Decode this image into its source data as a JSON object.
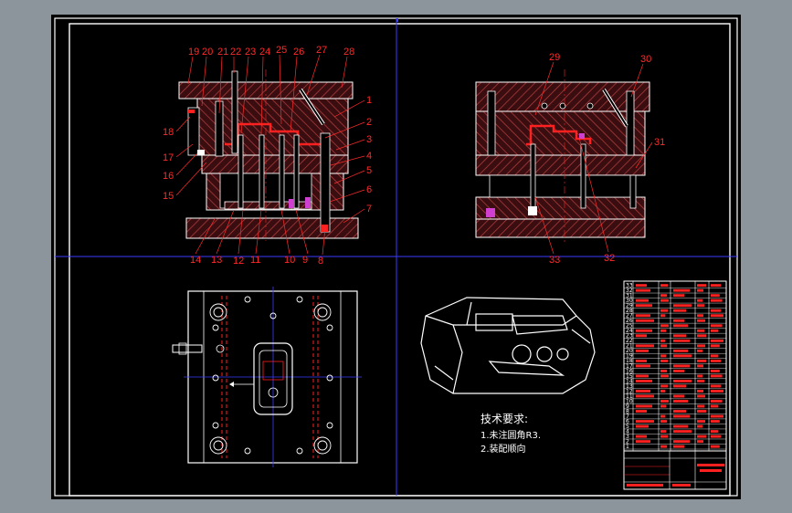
{
  "drawing": {
    "front_view_labels": {
      "top": [
        "19",
        "20",
        "21",
        "22",
        "23",
        "24",
        "25",
        "26",
        "27",
        "28"
      ],
      "right": [
        "1",
        "2",
        "3",
        "4",
        "5",
        "6",
        "7"
      ],
      "left": [
        "18",
        "17",
        "16",
        "15"
      ],
      "bottom": [
        "14",
        "13",
        "12",
        "11",
        "10",
        "9",
        "8"
      ]
    },
    "side_view_labels": [
      "29",
      "30",
      "31",
      "32",
      "33"
    ],
    "tech_requirements": {
      "title": "技术要求:",
      "items": [
        "1.未注圆角R3.",
        "2.装配顺向"
      ]
    },
    "title_block": {
      "row_numbers": [
        "33",
        "32",
        "31",
        "30",
        "29",
        "28",
        "27",
        "26",
        "25",
        "24",
        "23",
        "22",
        "21",
        "20",
        "19",
        "18",
        "17",
        "16",
        "15",
        "14",
        "13",
        "12",
        "11",
        "10",
        "9",
        "8",
        "7",
        "6",
        "5",
        "4",
        "3",
        "2",
        "1"
      ]
    },
    "colors": {
      "background": "#000000",
      "outline": "#ffffff",
      "section": "#ff2020",
      "label": "#ff2a2a",
      "frame": "#3c3cff",
      "hatch": "#a03030",
      "pin": "#d040d0"
    }
  }
}
